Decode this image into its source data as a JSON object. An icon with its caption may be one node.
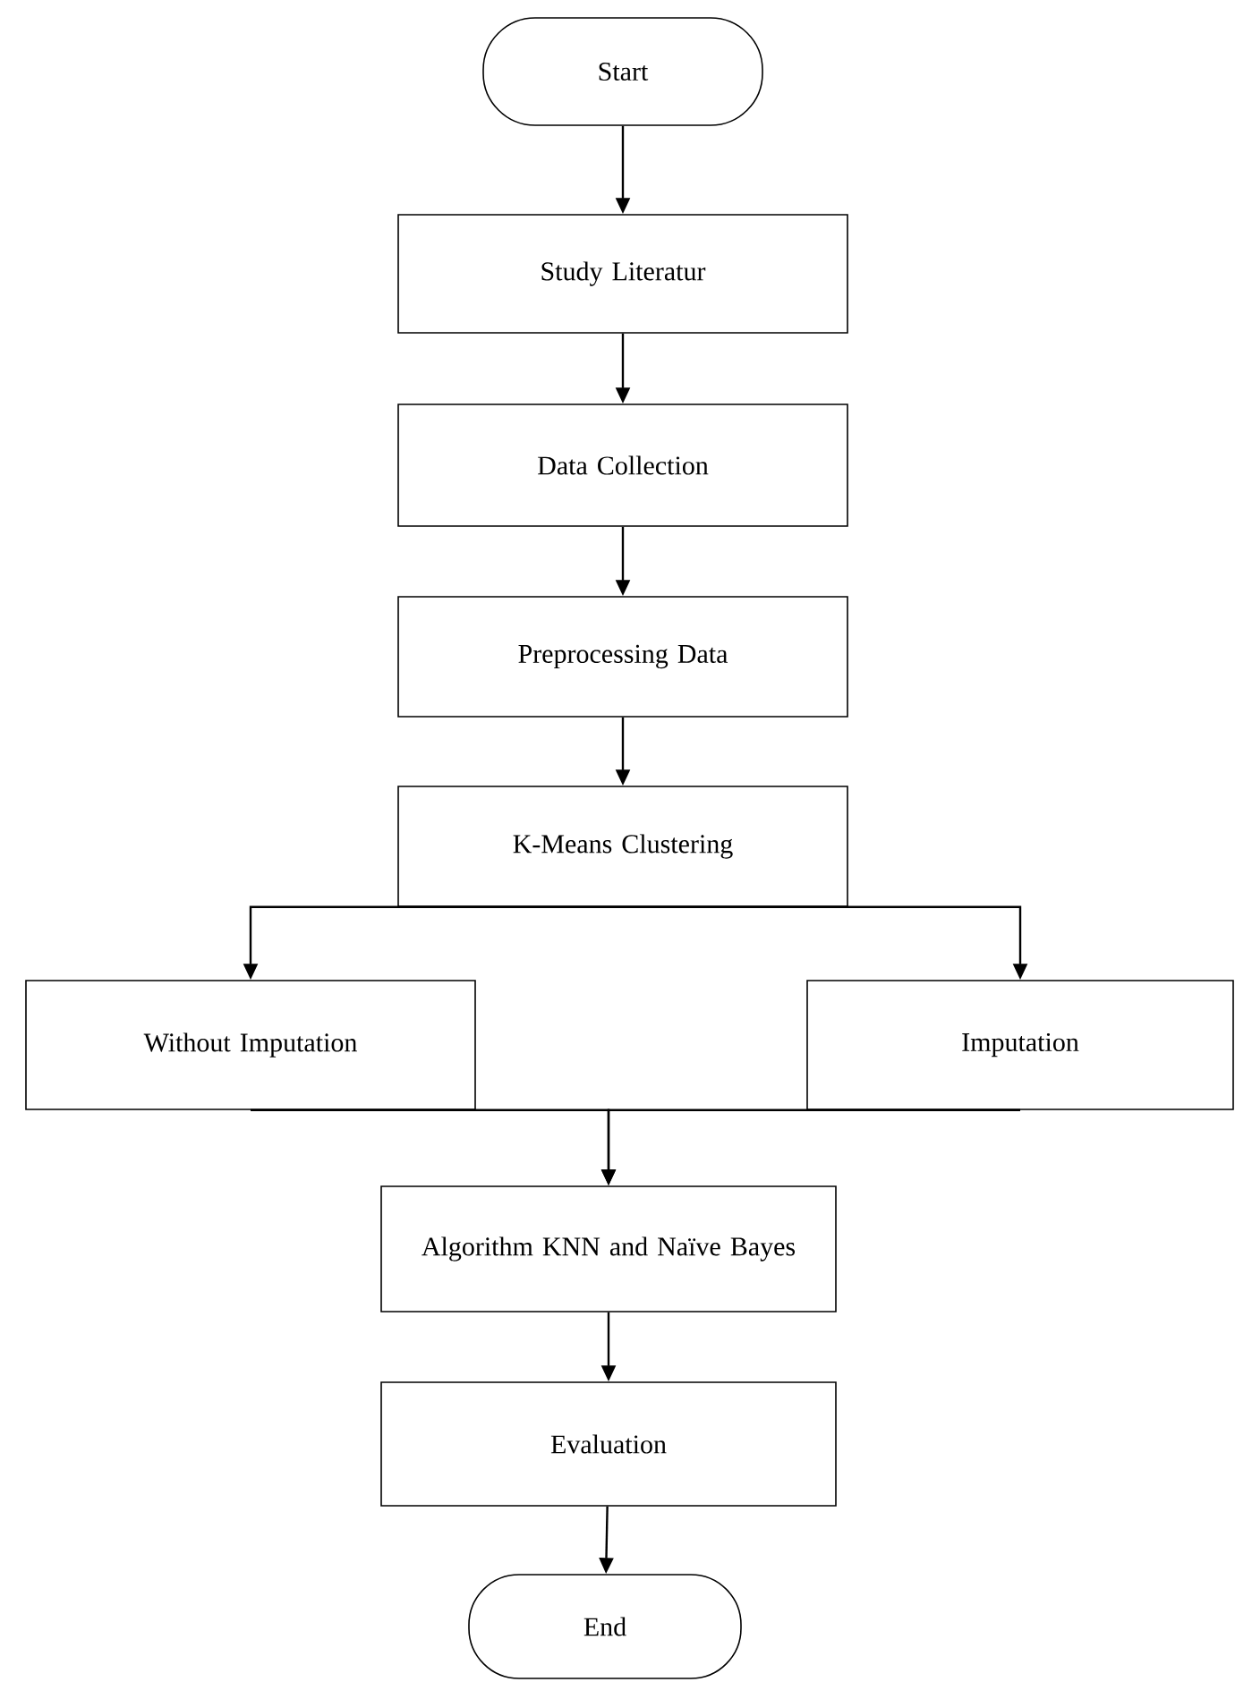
{
  "diagram": {
    "nodes": [
      {
        "text": [
          "Start"
        ]
      },
      {
        "text": [
          "Study Literatur"
        ]
      },
      {
        "text": [
          "Data Collection"
        ]
      },
      {
        "text": [
          "Preprocessing Data"
        ]
      },
      {
        "text": [
          "K-Means Clustering"
        ]
      },
      {
        "text": [
          "Without Imputation"
        ]
      },
      {
        "text": [
          "Imputation"
        ]
      },
      {
        "text": [
          "Algorithm KNN and Naïve Bayes"
        ]
      },
      {
        "text": [
          "Evaluation"
        ]
      },
      {
        "text": [
          "End"
        ]
      }
    ],
    "edges": [
      {
        "from": 0,
        "to": 1,
        "arrow": "to"
      },
      {
        "from": 1,
        "to": 2,
        "arrow": "to"
      },
      {
        "from": 2,
        "to": 3,
        "arrow": "to"
      },
      {
        "from": 3,
        "to": 4,
        "arrow": "to"
      },
      {
        "from": 4,
        "to": 5,
        "arrow": "to"
      },
      {
        "from": 4,
        "to": 6,
        "arrow": "to"
      },
      {
        "from": 5,
        "to": 7,
        "arrow": "to"
      },
      {
        "from": 6,
        "to": 7,
        "arrow": "to"
      },
      {
        "from": 7,
        "to": 8,
        "arrow": "to"
      },
      {
        "from": 8,
        "to": 9,
        "arrow": "to"
      }
    ]
  }
}
